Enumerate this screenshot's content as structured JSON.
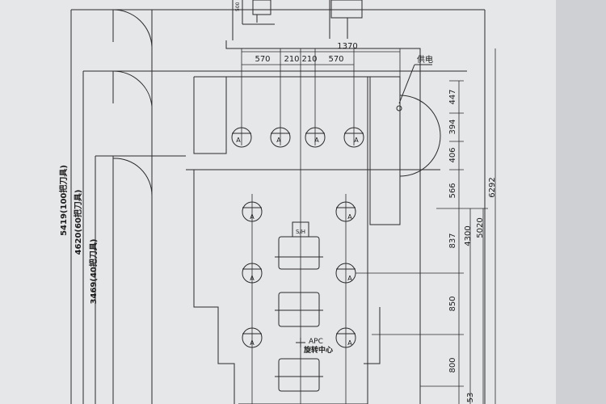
{
  "paper": {
    "background": "#d9dadc",
    "sheet": "#e8e9ea",
    "line": "#2a2a2a"
  },
  "dimensions": {
    "top": [
      "570",
      "210",
      "210",
      "570",
      "1370"
    ],
    "right": [
      "447",
      "394",
      "406",
      "566",
      "837",
      "850",
      "800",
      "53"
    ],
    "overall": [
      "4300",
      "5020",
      "6292"
    ],
    "tool_capacity": [
      "5419(100把刀具)",
      "4620(60把刀具)",
      "3469(40把刀具)"
    ]
  },
  "labels": {
    "power_supply": "供电",
    "apc": "APC",
    "apc_center": "旋转中心",
    "spindle": "S/H",
    "anchor": "A",
    "small_dim": "500"
  },
  "anchors": [
    "A",
    "A",
    "A",
    "A",
    "A",
    "A",
    "A",
    "A",
    "A",
    "A"
  ]
}
